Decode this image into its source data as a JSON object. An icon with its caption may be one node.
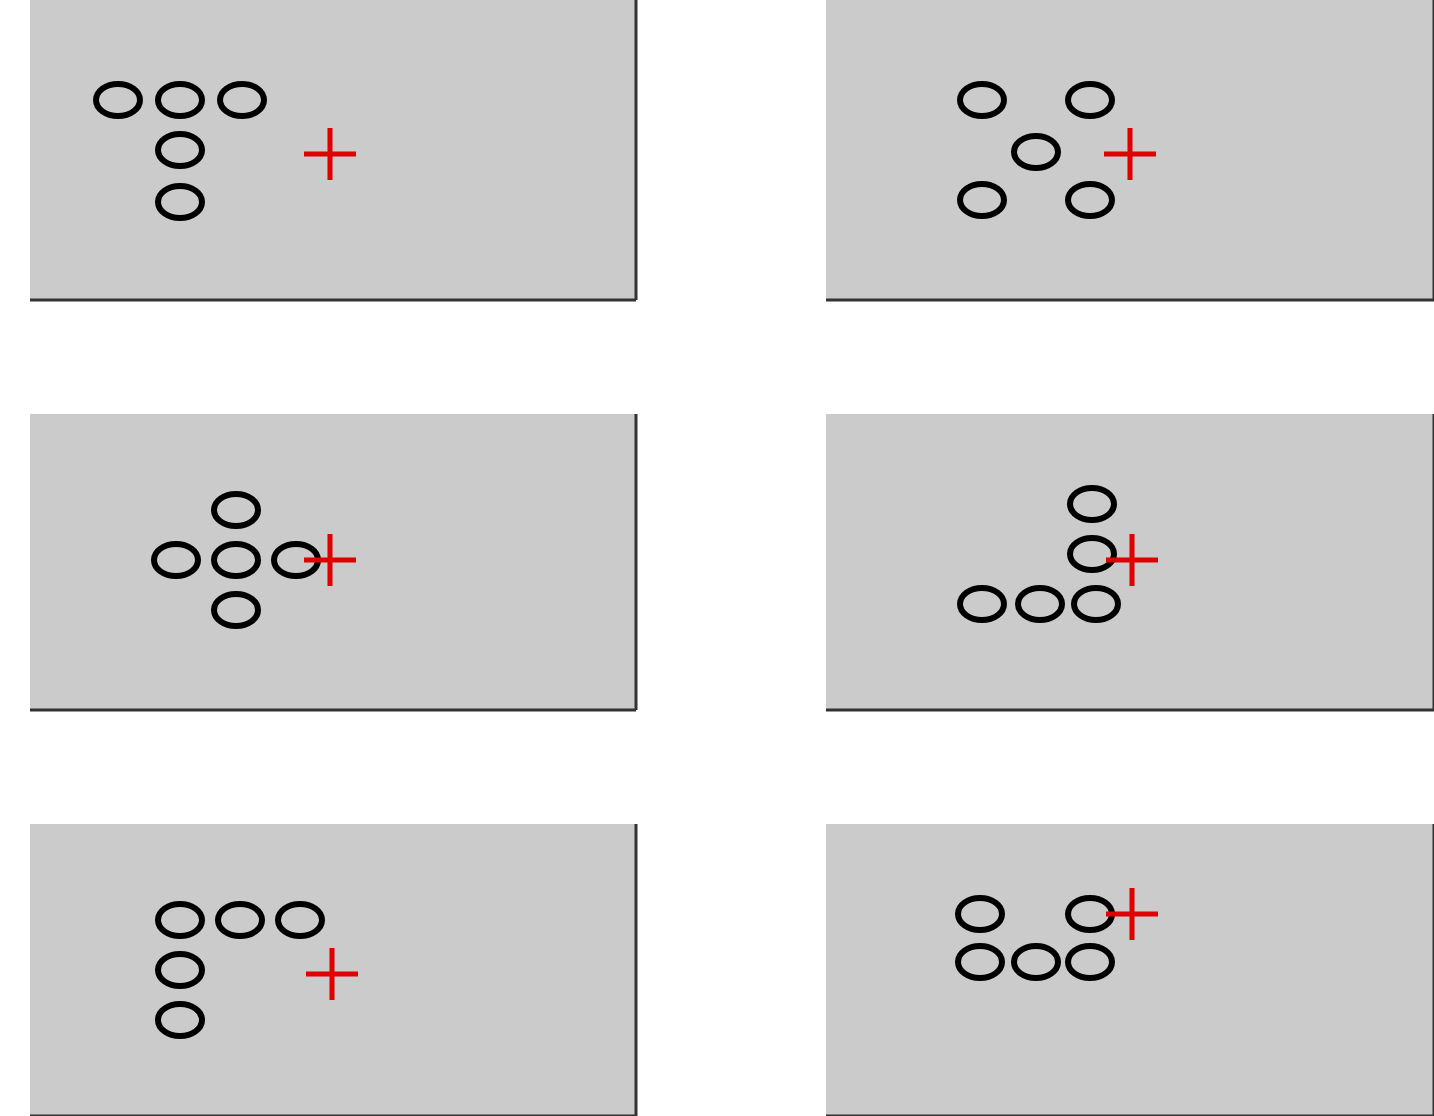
{
  "diagram": {
    "nodes": [
      {
        "text": [],
        "shape": "box"
      },
      {
        "text": [],
        "shape": "box"
      },
      {
        "text": [],
        "shape": "box"
      },
      {
        "text": [],
        "shape": "box"
      },
      {
        "text": [],
        "shape": "box"
      },
      {
        "text": [],
        "shape": "box"
      }
    ]
  }
}
